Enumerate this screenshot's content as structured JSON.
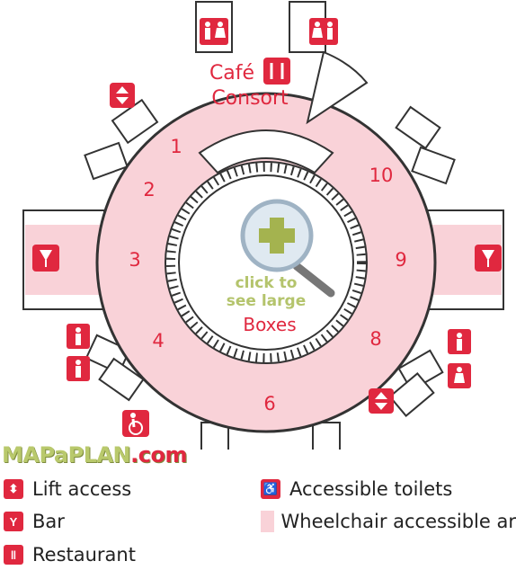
{
  "map": {
    "title_line1": "Café",
    "title_line2": "Consort",
    "boxes_label": "Boxes",
    "zoom_hint_line1": "click to",
    "zoom_hint_line2": "see large",
    "sections": [
      "1",
      "2",
      "3",
      "4",
      "6",
      "8",
      "9",
      "10"
    ],
    "colors": {
      "accent": "#e0283f",
      "accessible_area": "#f9d2d8",
      "outline": "#333333"
    },
    "icons": [
      "lift-icon",
      "bar-icon",
      "restaurant-icon",
      "accessible-toilet-icon",
      "toilet-icon",
      "magnifier-icon"
    ]
  },
  "branding": {
    "name_main": "MAPaPLAN",
    "name_suffix": ".com"
  },
  "legend": {
    "lift": "Lift access",
    "bar": "Bar",
    "restaurant": "Restaurant",
    "accessible_toilets": "Accessible toilets",
    "wheelchair": "Wheelchair accessible ar"
  }
}
